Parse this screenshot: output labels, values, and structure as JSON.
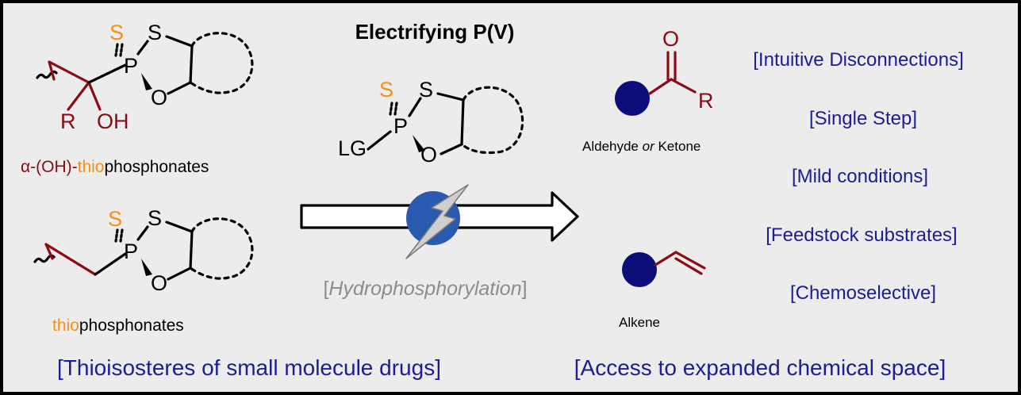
{
  "title": "Electrifying P(V)",
  "atoms": {
    "S": "S",
    "P": "P",
    "O": "O",
    "R": "R",
    "OH": "OH",
    "LG": "LG"
  },
  "labels": {
    "alpha_prefix": "α-(OH)-",
    "thio": "thio",
    "phosphonates": "phosphonates",
    "reaction": "[Hydrophosphorylation]",
    "reaction_open": "[",
    "reaction_word": "Hydrophosphorylation",
    "reaction_close": "]",
    "aldehyde_word": "Aldehyde ",
    "or_word": "or",
    "ketone_word": " Ketone",
    "alkene": "Alkene",
    "left_footer": "[Thioisosteres of small molecule drugs]",
    "right_footer": "[Access to expanded chemical space]"
  },
  "features": [
    "[Intuitive Disconnections]",
    "[Single Step]",
    "[Mild conditions]",
    "[Feedstock substrates]",
    "[Chemoselective]"
  ],
  "colors": {
    "background": "#ececec",
    "border": "#000000",
    "sulfur": "#f39019",
    "maroon": "#8b0a14",
    "navy": "#1c1c94",
    "substrate_dot": "#0d0d7a",
    "electro_blue": "#2a5ab0",
    "grey": "#8c8c8c"
  },
  "icons": [
    "lightning-bolt-icon",
    "electrode-circle-icon",
    "reaction-arrow-icon"
  ]
}
